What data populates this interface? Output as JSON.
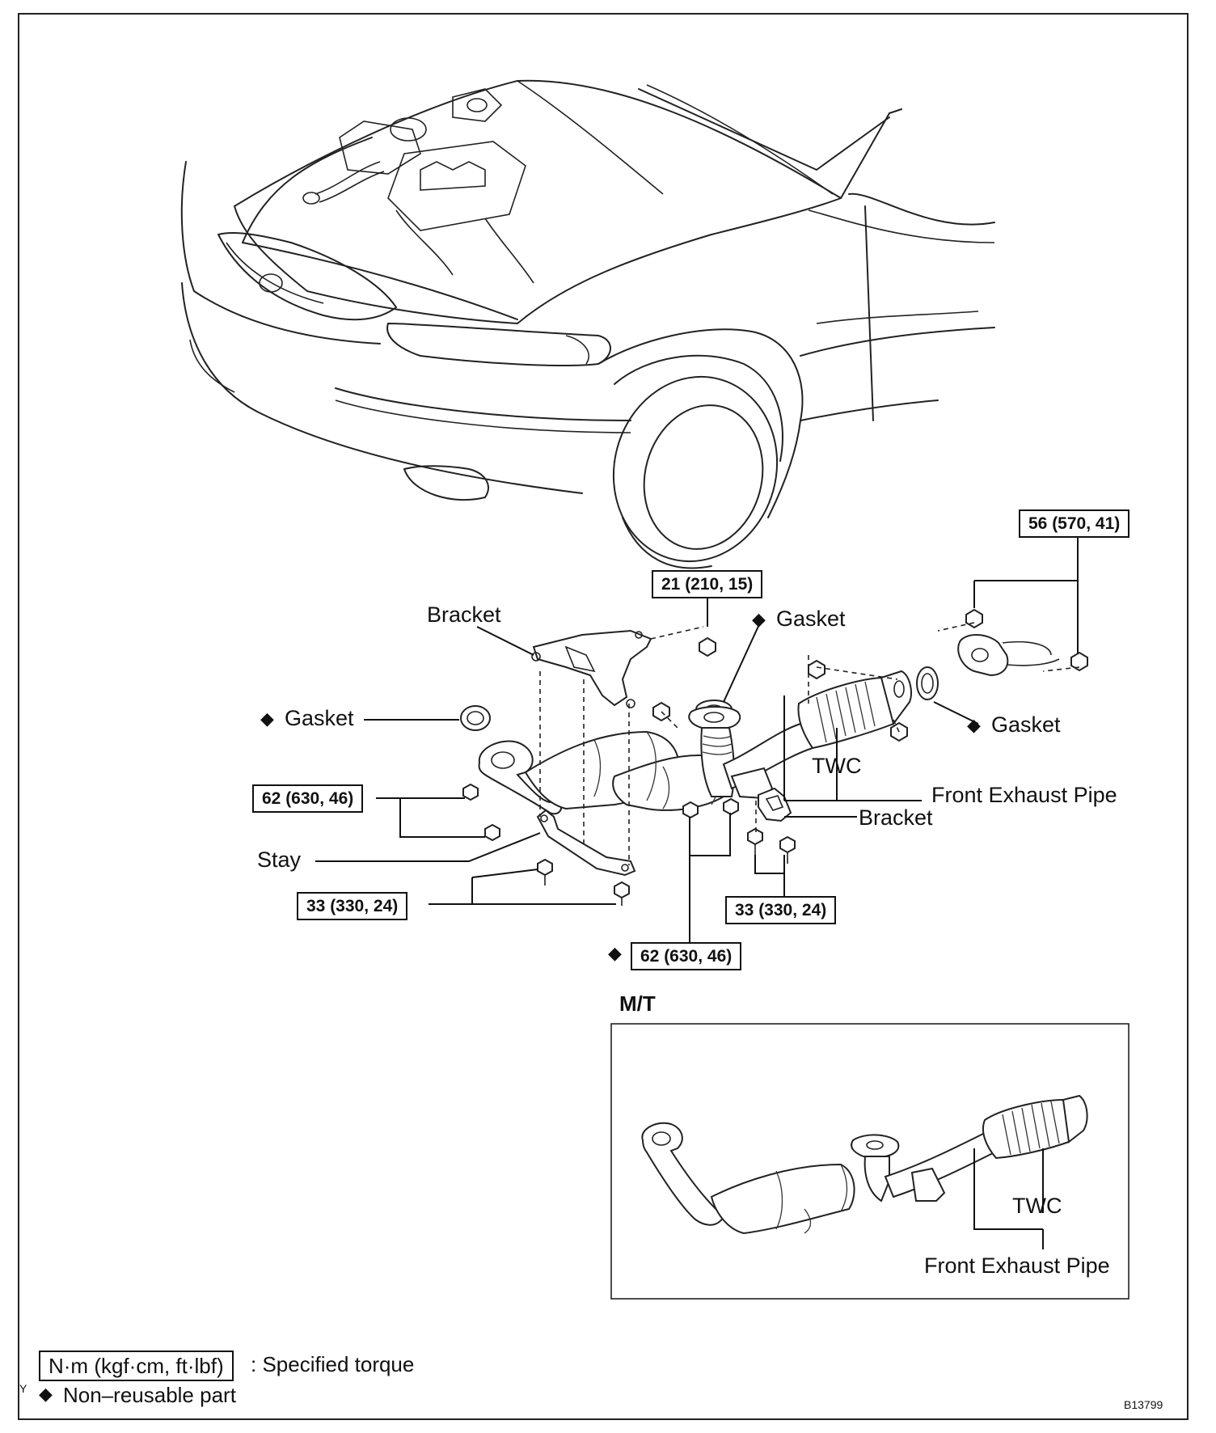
{
  "labels": {
    "bracket_top": "Bracket",
    "gasket_top": "Gasket",
    "gasket_left": "Gasket",
    "gasket_right": "Gasket",
    "twc": "TWC",
    "front_exhaust_pipe": "Front Exhaust Pipe",
    "bracket_right": "Bracket",
    "stay": "Stay",
    "mt_title": "M/T",
    "mt_twc": "TWC",
    "mt_front_exhaust_pipe": "Front Exhaust Pipe"
  },
  "torques": {
    "t56": "56 (570, 41)",
    "t21": "21 (210, 15)",
    "t62_left": "62 (630, 46)",
    "t33_left": "33 (330, 24)",
    "t33_right": "33 (330, 24)",
    "t62_bottom": "62 (630, 46)"
  },
  "symbols": {
    "non_reusable": "◆"
  },
  "legend": {
    "unit_box": "N·m (kgf·cm, ft·lbf)",
    "unit_desc": ": Specified torque",
    "nonreusable_desc": "Non–reusable part",
    "corner_mark": "Y"
  },
  "figure_id": "B13799"
}
